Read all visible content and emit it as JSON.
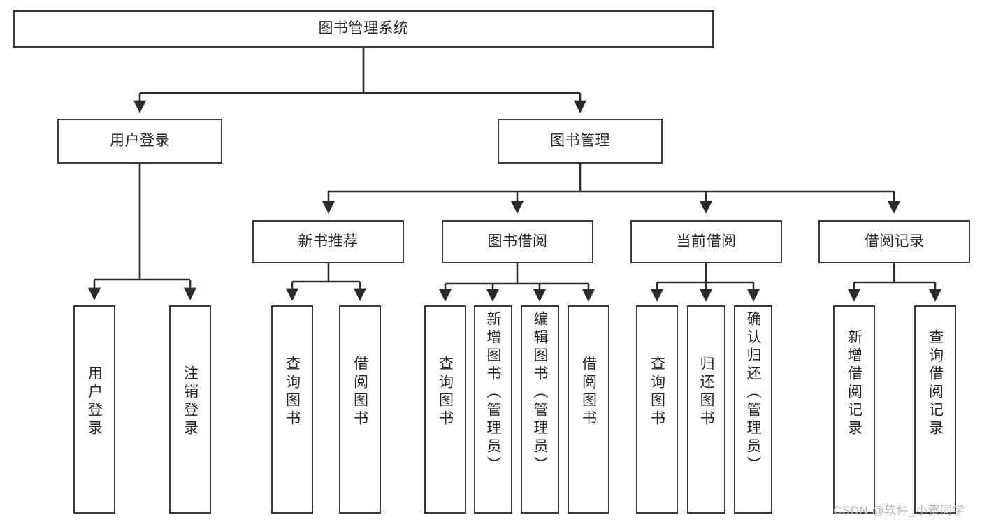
{
  "diagram": {
    "type": "tree-hierarchy-chart",
    "title": "图书管理系统",
    "orientation": "top-down",
    "colors": {
      "box_border": "#3a3a3a",
      "box_fill": "#ffffff",
      "connector": "#2b2b2b",
      "text": "#262626",
      "watermark": "#b9b9b9",
      "background": "#ffffff"
    },
    "root": {
      "label": "图书管理系统"
    },
    "level1": [
      {
        "id": "user-login",
        "label": "用户登录"
      },
      {
        "id": "book-management",
        "label": "图书管理"
      }
    ],
    "level2": [
      {
        "id": "new-book-recommend",
        "label": "新书推荐",
        "parent": "book-management"
      },
      {
        "id": "book-borrow",
        "label": "图书借阅",
        "parent": "book-management"
      },
      {
        "id": "current-borrow",
        "label": "当前借阅",
        "parent": "book-management"
      },
      {
        "id": "borrow-record",
        "label": "借阅记录",
        "parent": "book-management"
      }
    ],
    "leaves": [
      {
        "id": "leaf-user-login",
        "label": "用户登录",
        "parent": "user-login"
      },
      {
        "id": "leaf-logout-login",
        "label": "注销登录",
        "parent": "user-login"
      },
      {
        "id": "leaf-query-book-1",
        "label": "查询图书",
        "parent": "new-book-recommend"
      },
      {
        "id": "leaf-borrow-book-1",
        "label": "借阅图书",
        "parent": "new-book-recommend"
      },
      {
        "id": "leaf-query-book-2",
        "label": "查询图书",
        "parent": "book-borrow"
      },
      {
        "id": "leaf-add-book",
        "label": "新增图书（管理员）",
        "parent": "book-borrow"
      },
      {
        "id": "leaf-edit-book",
        "label": "编辑图书（管理员）",
        "parent": "book-borrow"
      },
      {
        "id": "leaf-borrow-book-2",
        "label": "借阅图书",
        "parent": "book-borrow"
      },
      {
        "id": "leaf-query-book-3",
        "label": "查询图书",
        "parent": "current-borrow"
      },
      {
        "id": "leaf-return-book",
        "label": "归还图书",
        "parent": "current-borrow"
      },
      {
        "id": "leaf-confirm-return",
        "label": "确认归还（管理员）",
        "parent": "current-borrow"
      },
      {
        "id": "leaf-add-record",
        "label": "新增借阅记录",
        "parent": "borrow-record"
      },
      {
        "id": "leaf-query-record",
        "label": "查询借阅记录",
        "parent": "borrow-record"
      }
    ]
  },
  "watermark": {
    "text": "CSDN @软件_小贺同学"
  }
}
